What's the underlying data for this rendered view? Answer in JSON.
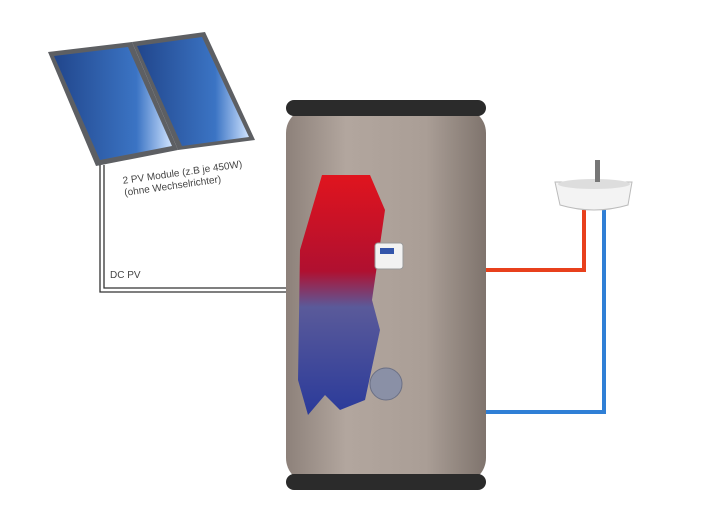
{
  "labels": {
    "pv_modules_line1": "2 PV Module (z.B je 450W)",
    "pv_modules_line2": "(ohne Wechselrichter)",
    "dc_pv": "DC PV"
  },
  "colors": {
    "hot_pipe": "#e8401c",
    "cold_pipe": "#2f7fd6",
    "tank": "#a69a92",
    "panel": "#2b5da8"
  }
}
